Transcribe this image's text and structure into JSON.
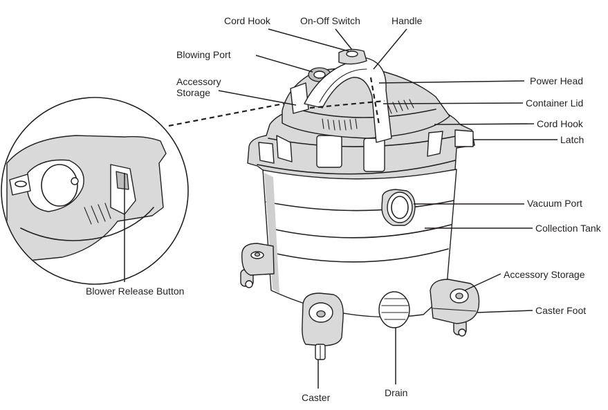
{
  "diagram": {
    "labels": {
      "cord_hook_top": "Cord Hook",
      "on_off_switch": "On-Off Switch",
      "handle": "Handle",
      "blowing_port": "Blowing Port",
      "accessory_storage_top_line1": "Accessory",
      "accessory_storage_top_line2": "Storage",
      "power_head": "Power Head",
      "container_lid": "Container Lid",
      "cord_hook_side": "Cord Hook",
      "latch": "Latch",
      "vacuum_port": "Vacuum Port",
      "collection_tank": "Collection Tank",
      "accessory_storage_foot": "Accessory Storage",
      "caster_foot": "Caster Foot",
      "blower_release_button": "Blower Release Button",
      "caster": "Caster",
      "drain": "Drain"
    }
  }
}
